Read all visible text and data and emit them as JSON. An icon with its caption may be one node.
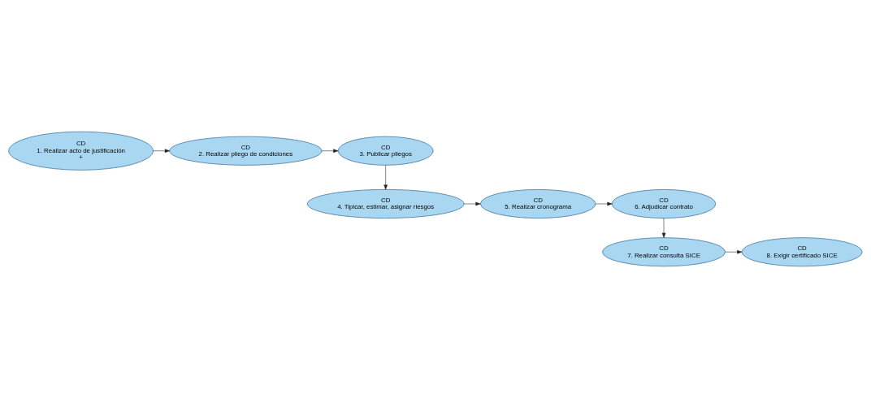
{
  "diagram": {
    "nodes": [
      {
        "text": [
          "CD",
          "1. Realizar acto de justificación",
          "+"
        ]
      },
      {
        "text": [
          "CD",
          "2. Realizar pliego de condiciones"
        ]
      },
      {
        "text": [
          "CD",
          "3. Publicar pliegos"
        ]
      },
      {
        "text": [
          "CD",
          "4. Tipicar, estimar, asignar riesgos"
        ]
      },
      {
        "text": [
          "CD",
          "5. Realizar cronograma"
        ]
      },
      {
        "text": [
          "CD",
          "6. Adjudicar contrato"
        ]
      },
      {
        "text": [
          "CD",
          "7. Realizar consulta SICE"
        ]
      },
      {
        "text": [
          "CD",
          "8. Exigir certificado SICE"
        ]
      }
    ],
    "edges": [
      {
        "from": 0,
        "to": 1,
        "arrow": "to"
      },
      {
        "from": 1,
        "to": 2,
        "arrow": "to"
      },
      {
        "from": 2,
        "to": 3,
        "arrow": "to"
      },
      {
        "from": 3,
        "to": 4,
        "arrow": "to"
      },
      {
        "from": 4,
        "to": 5,
        "arrow": "to"
      },
      {
        "from": 5,
        "to": 6,
        "arrow": "to"
      },
      {
        "from": 6,
        "to": 7,
        "arrow": "to"
      }
    ]
  }
}
